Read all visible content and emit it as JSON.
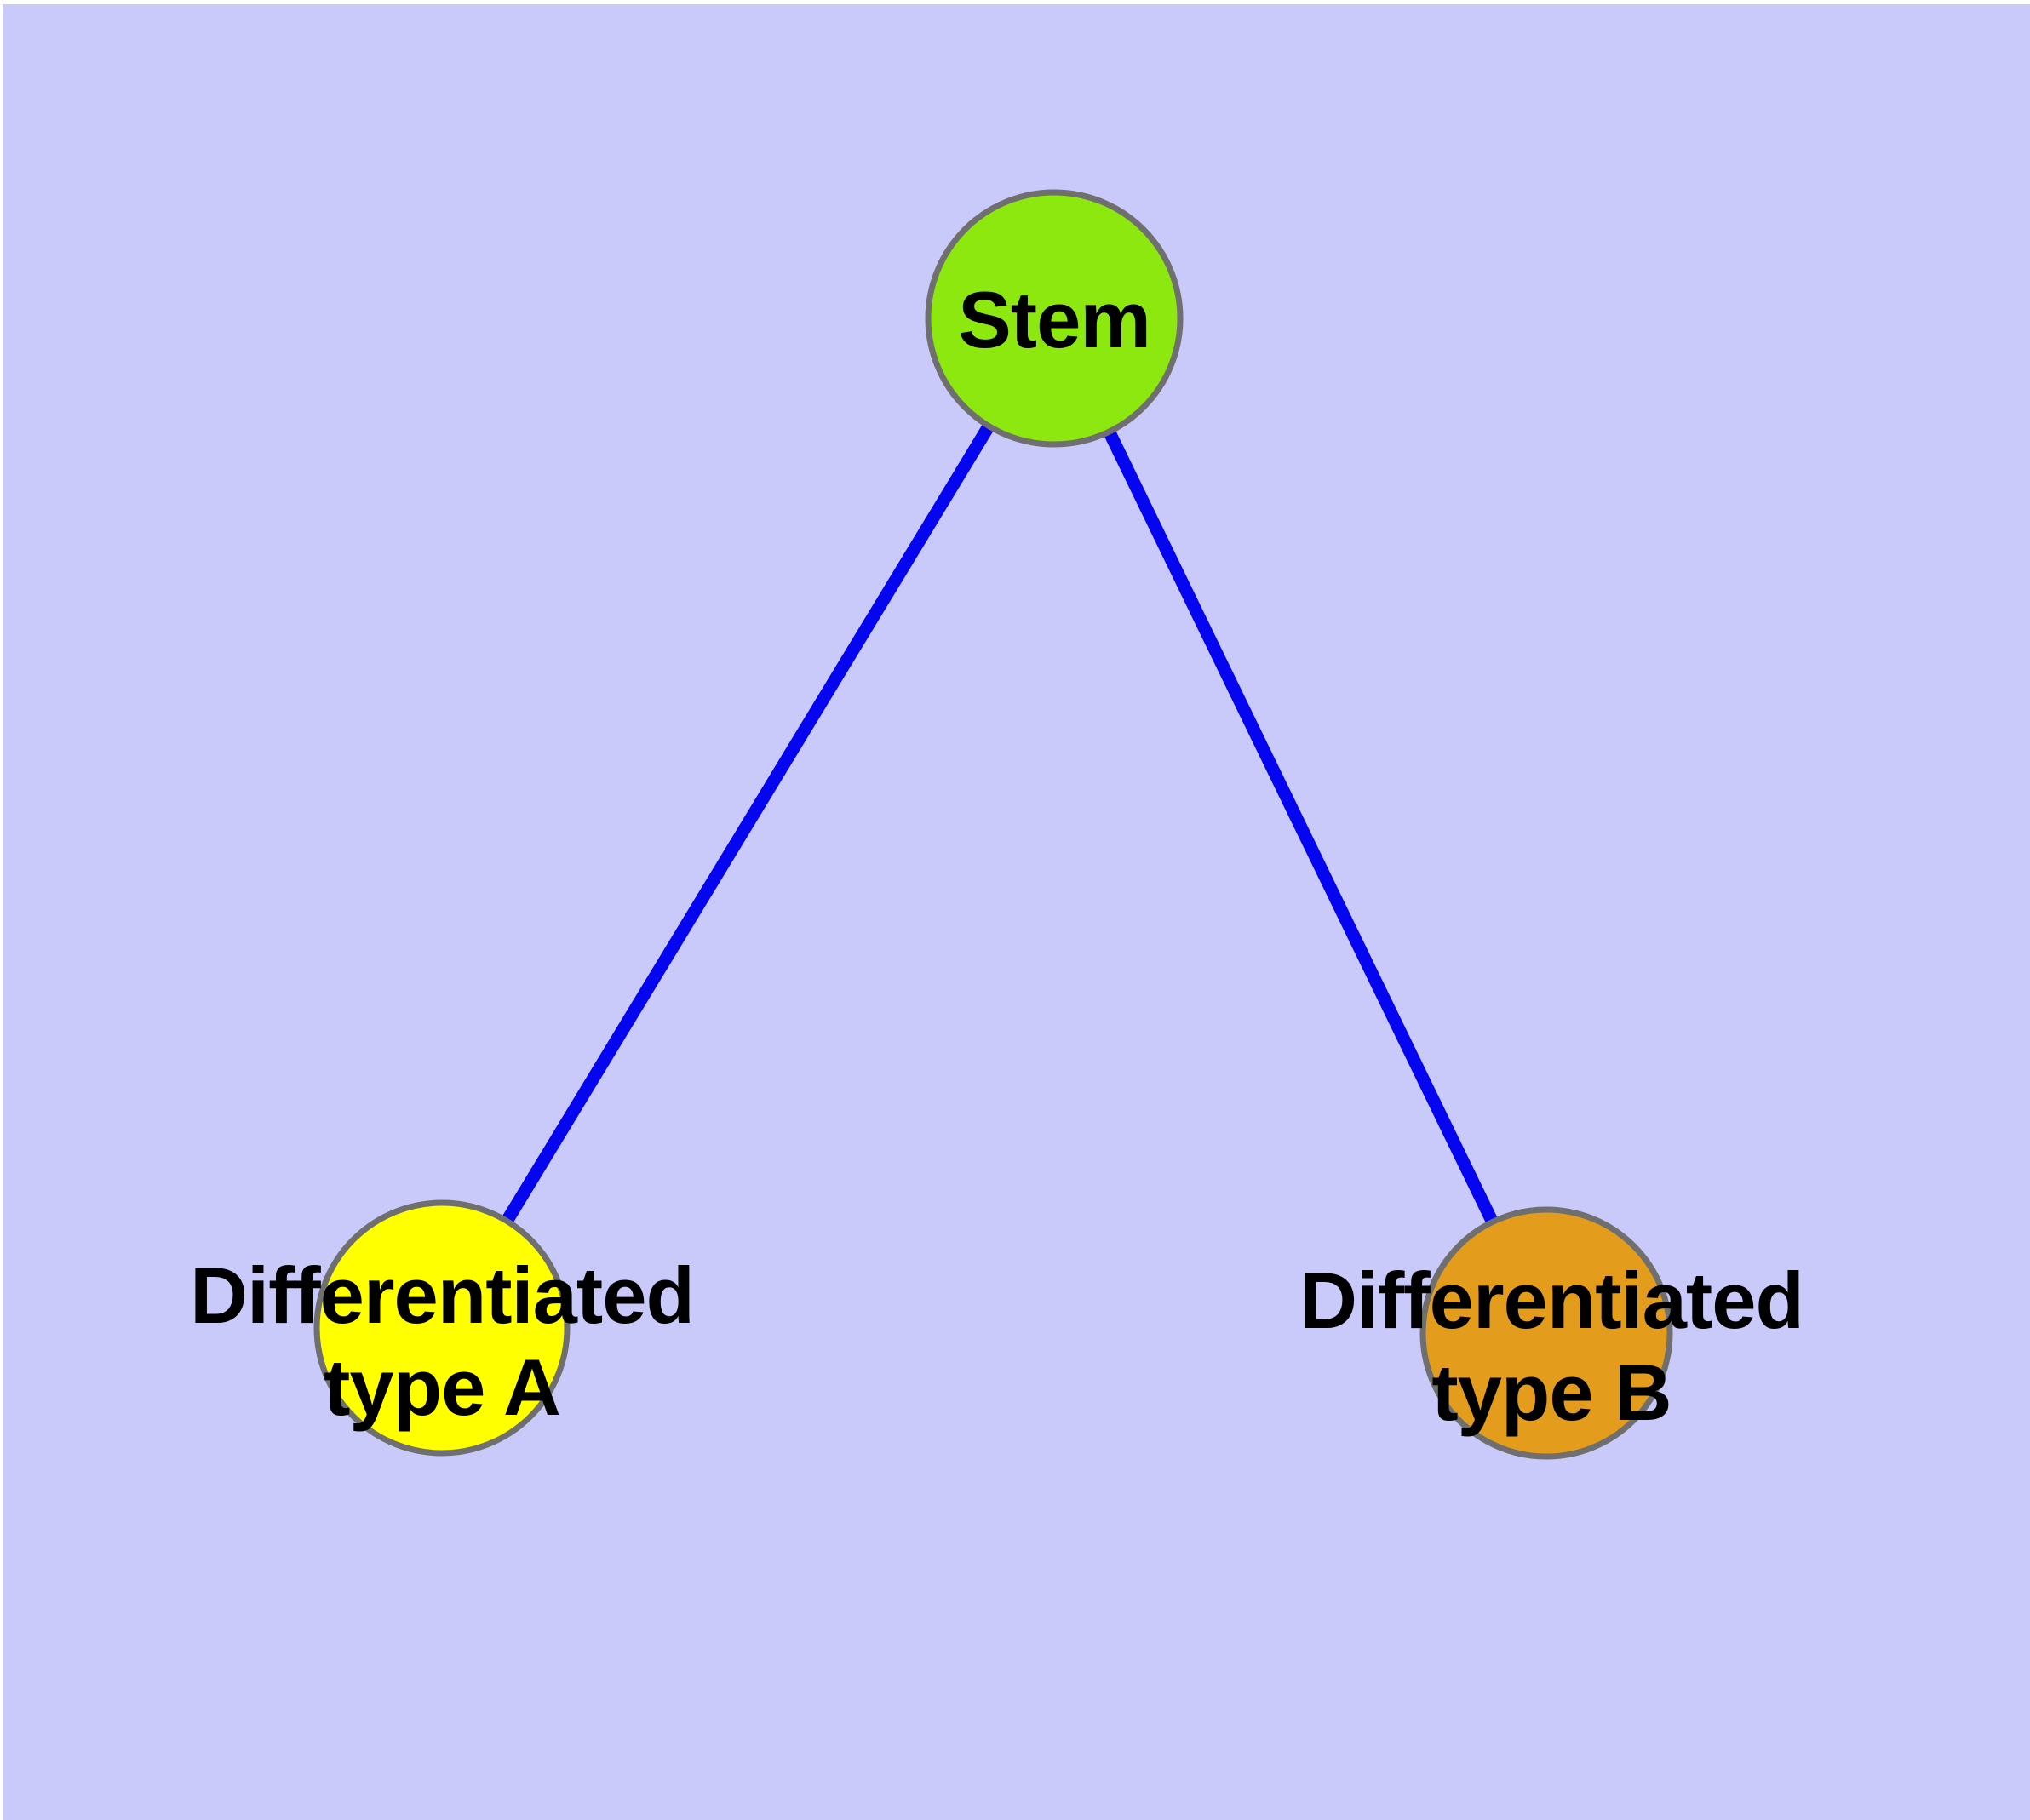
{
  "diagram": {
    "title": "stem cell differentiation graph",
    "background_color": "#C9C9FA",
    "canvas_margin_color": "#FFFFFF",
    "edge_color": "#0505F0",
    "node_border_color": "#6F6F6F",
    "label_color": "#000000",
    "nodes": [
      {
        "id": "stem",
        "label": "Stem",
        "color": "#8CE80E"
      },
      {
        "id": "diff-a",
        "label": "Differentiated\ntype A",
        "color": "#FFFF00"
      },
      {
        "id": "diff-b",
        "label": "Differentiated\ntype B",
        "color": "#E49C1C"
      }
    ],
    "edges": [
      {
        "from": "stem",
        "to": "diff-a"
      },
      {
        "from": "stem",
        "to": "diff-b"
      }
    ]
  }
}
